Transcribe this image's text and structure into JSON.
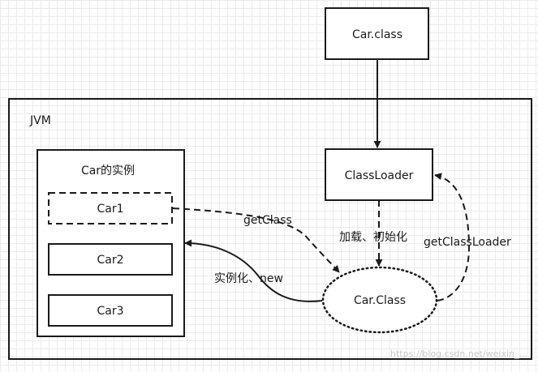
{
  "diagram": {
    "nodes": {
      "car_class_file": "Car.class",
      "jvm": "JVM",
      "instances_group": "Car的实例",
      "car1": "Car1",
      "car2": "Car2",
      "car3": "Car3",
      "classloader": "ClassLoader",
      "car_class_object": "Car.Class"
    },
    "edges": {
      "load_init": "加载、初始化",
      "get_class": "getClass",
      "instantiate_new": "实例化、new",
      "get_class_loader": "getClassLoader"
    }
  },
  "watermark": "https://blog.csdn.net/weixin_..."
}
